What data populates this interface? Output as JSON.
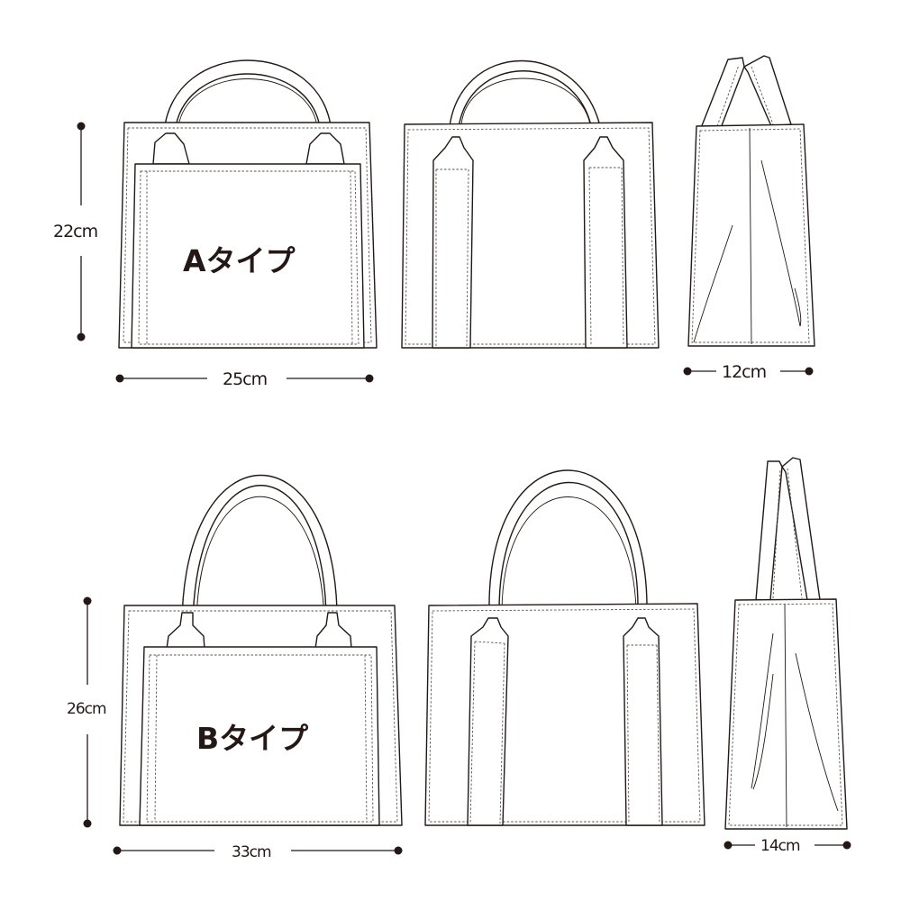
{
  "type_a": {
    "label": "Aタイプ",
    "height": "22cm",
    "width": "25cm",
    "depth": "12cm",
    "views": [
      "front",
      "back",
      "side"
    ]
  },
  "type_b": {
    "label": "Bタイプ",
    "height": "26cm",
    "width": "33cm",
    "depth": "14cm",
    "views": [
      "front",
      "back",
      "side"
    ]
  },
  "colors": {
    "line": "#231815",
    "background": "#ffffff"
  }
}
